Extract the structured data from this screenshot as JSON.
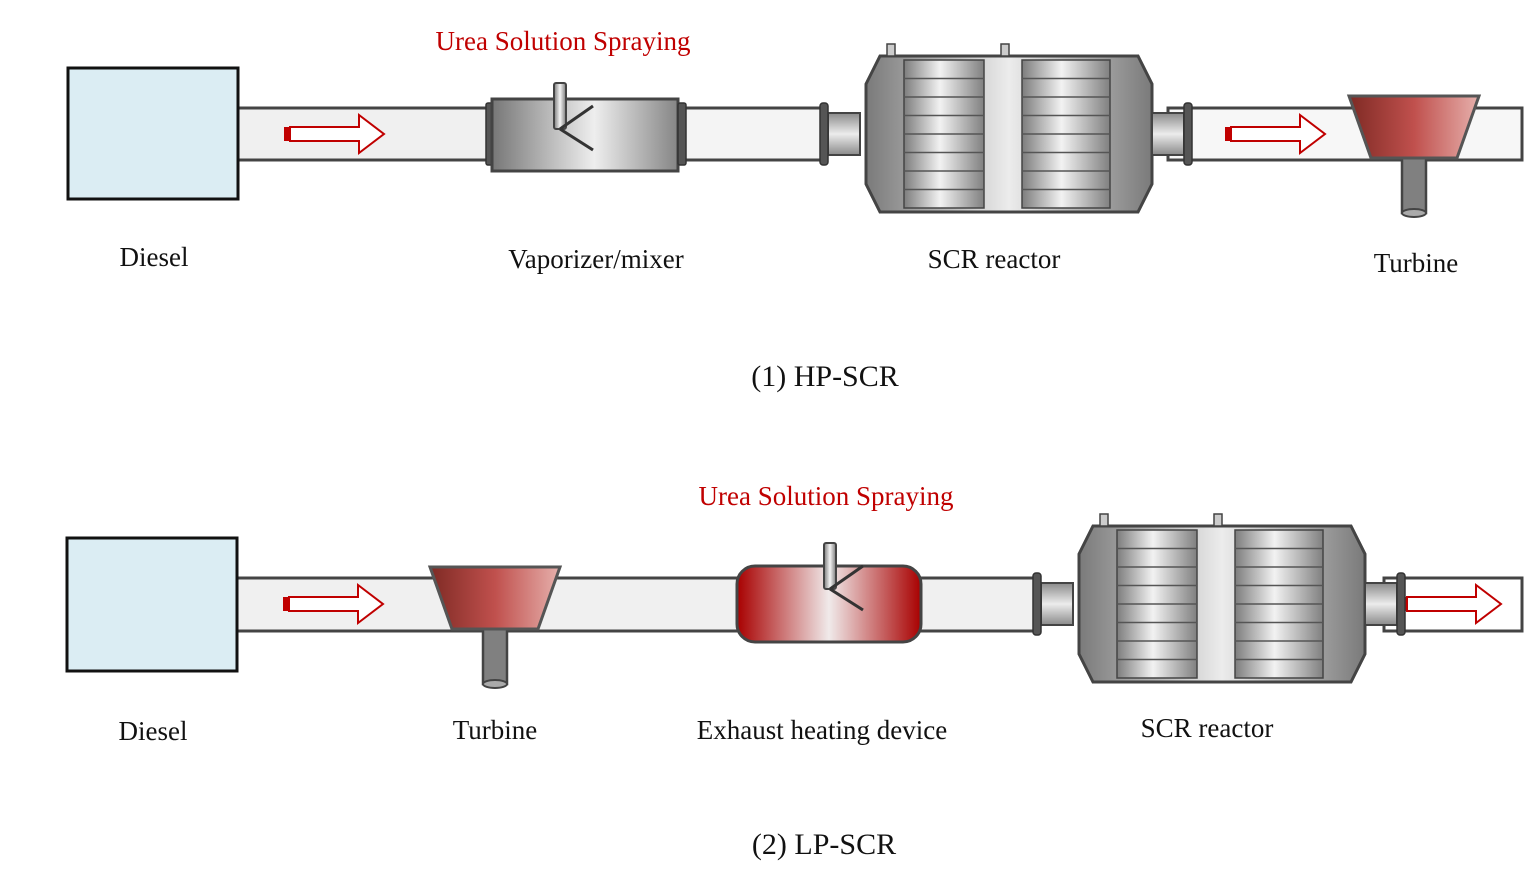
{
  "colors": {
    "accent_red": "#c00000",
    "engine_fill": "#dbedf3",
    "pipe_fill": "#f0f0f0",
    "outline": "#444444"
  },
  "panels": [
    {
      "id": "hp-scr",
      "caption": "(1) HP-SCR",
      "annotation": "Urea Solution Spraying",
      "components": [
        {
          "label": "Diesel",
          "icon": "engine-box"
        },
        {
          "label": "Vaporizer/mixer",
          "icon": "mixer-with-nozzle"
        },
        {
          "label": "SCR reactor",
          "icon": "catalytic-reactor"
        },
        {
          "label": "Turbine",
          "icon": "turbine-funnel"
        }
      ],
      "flow_arrows": 2
    },
    {
      "id": "lp-scr",
      "caption": "(2) LP-SCR",
      "annotation": "Urea Solution Spraying",
      "components": [
        {
          "label": "Diesel",
          "icon": "engine-box"
        },
        {
          "label": "Turbine",
          "icon": "turbine-funnel"
        },
        {
          "label": "Exhaust heating device",
          "icon": "heater-with-nozzle"
        },
        {
          "label": "SCR reactor",
          "icon": "catalytic-reactor"
        }
      ],
      "flow_arrows": 2
    }
  ]
}
